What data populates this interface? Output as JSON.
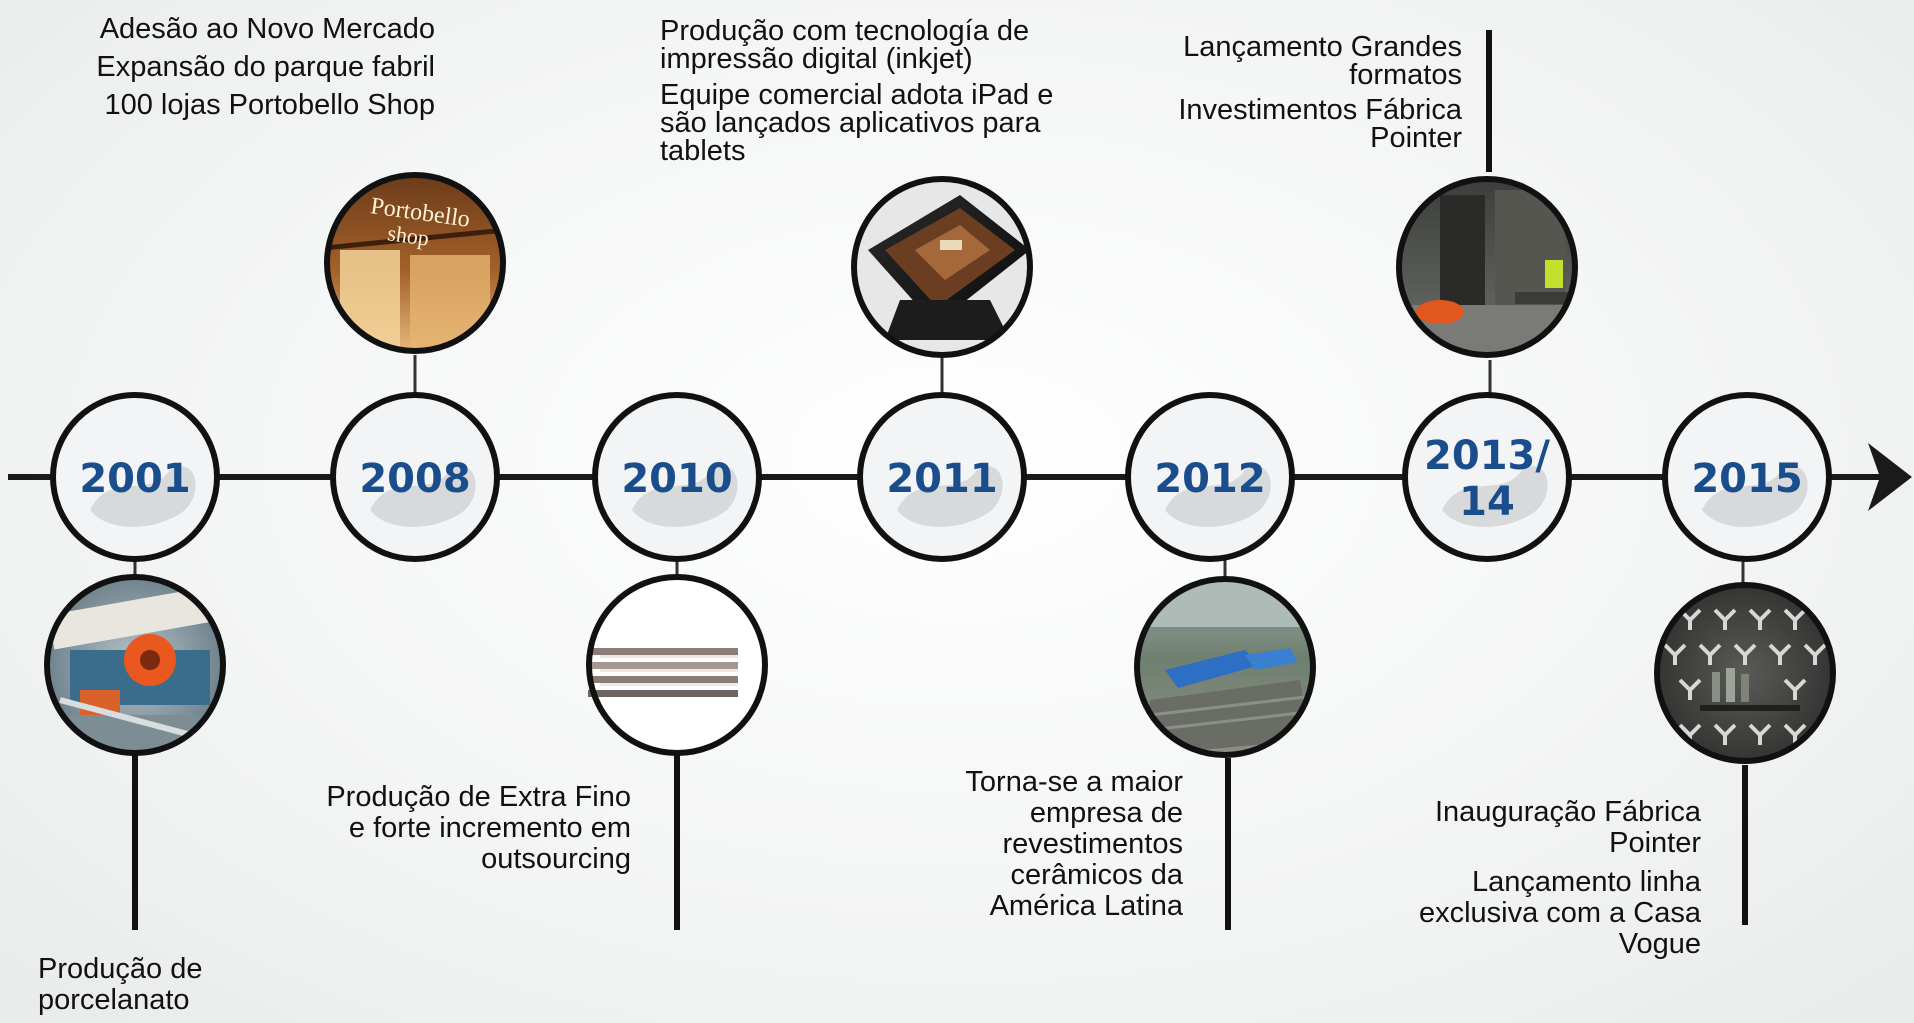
{
  "colors": {
    "year_text": "#1a4d8c",
    "line": "#1a1a1a",
    "circle_fill": "#f3f4f5",
    "smudge": "#cfd2d4"
  },
  "timeline": {
    "years": [
      "2001",
      "2008",
      "2010",
      "2011",
      "2012",
      "2013/",
      "14",
      "2015"
    ],
    "events": {
      "e2001_below": [
        "Produção de",
        "porcelanato"
      ],
      "e2008_above": [
        "Adesão ao Novo Mercado",
        "Expansão do parque fabril",
        "100 lojas Portobello Shop"
      ],
      "e2010_below": [
        "Produção de Extra Fino",
        "e forte incremento em",
        "outsourcing"
      ],
      "e2011_above": [
        "Produção com tecnología de",
        "impressão digital (inkjet)",
        "Equipe comercial adota iPad e",
        "são lançados aplicativos para",
        "tablets"
      ],
      "e2012_below": [
        "Torna-se a maior",
        "empresa de",
        "revestimentos",
        "cerâmicos da",
        "América Latina"
      ],
      "e2013_above": [
        "Lançamento Grandes",
        "formatos",
        "Investimentos Fábrica",
        "Pointer"
      ],
      "e2015_below": [
        "Inauguração Fábrica",
        "Pointer",
        "Lançamento linha",
        "exclusiva com a Casa",
        "Vogue"
      ]
    },
    "photo_labels": {
      "store_sign_line1": "Portobello",
      "store_sign_line2": "shop"
    }
  }
}
